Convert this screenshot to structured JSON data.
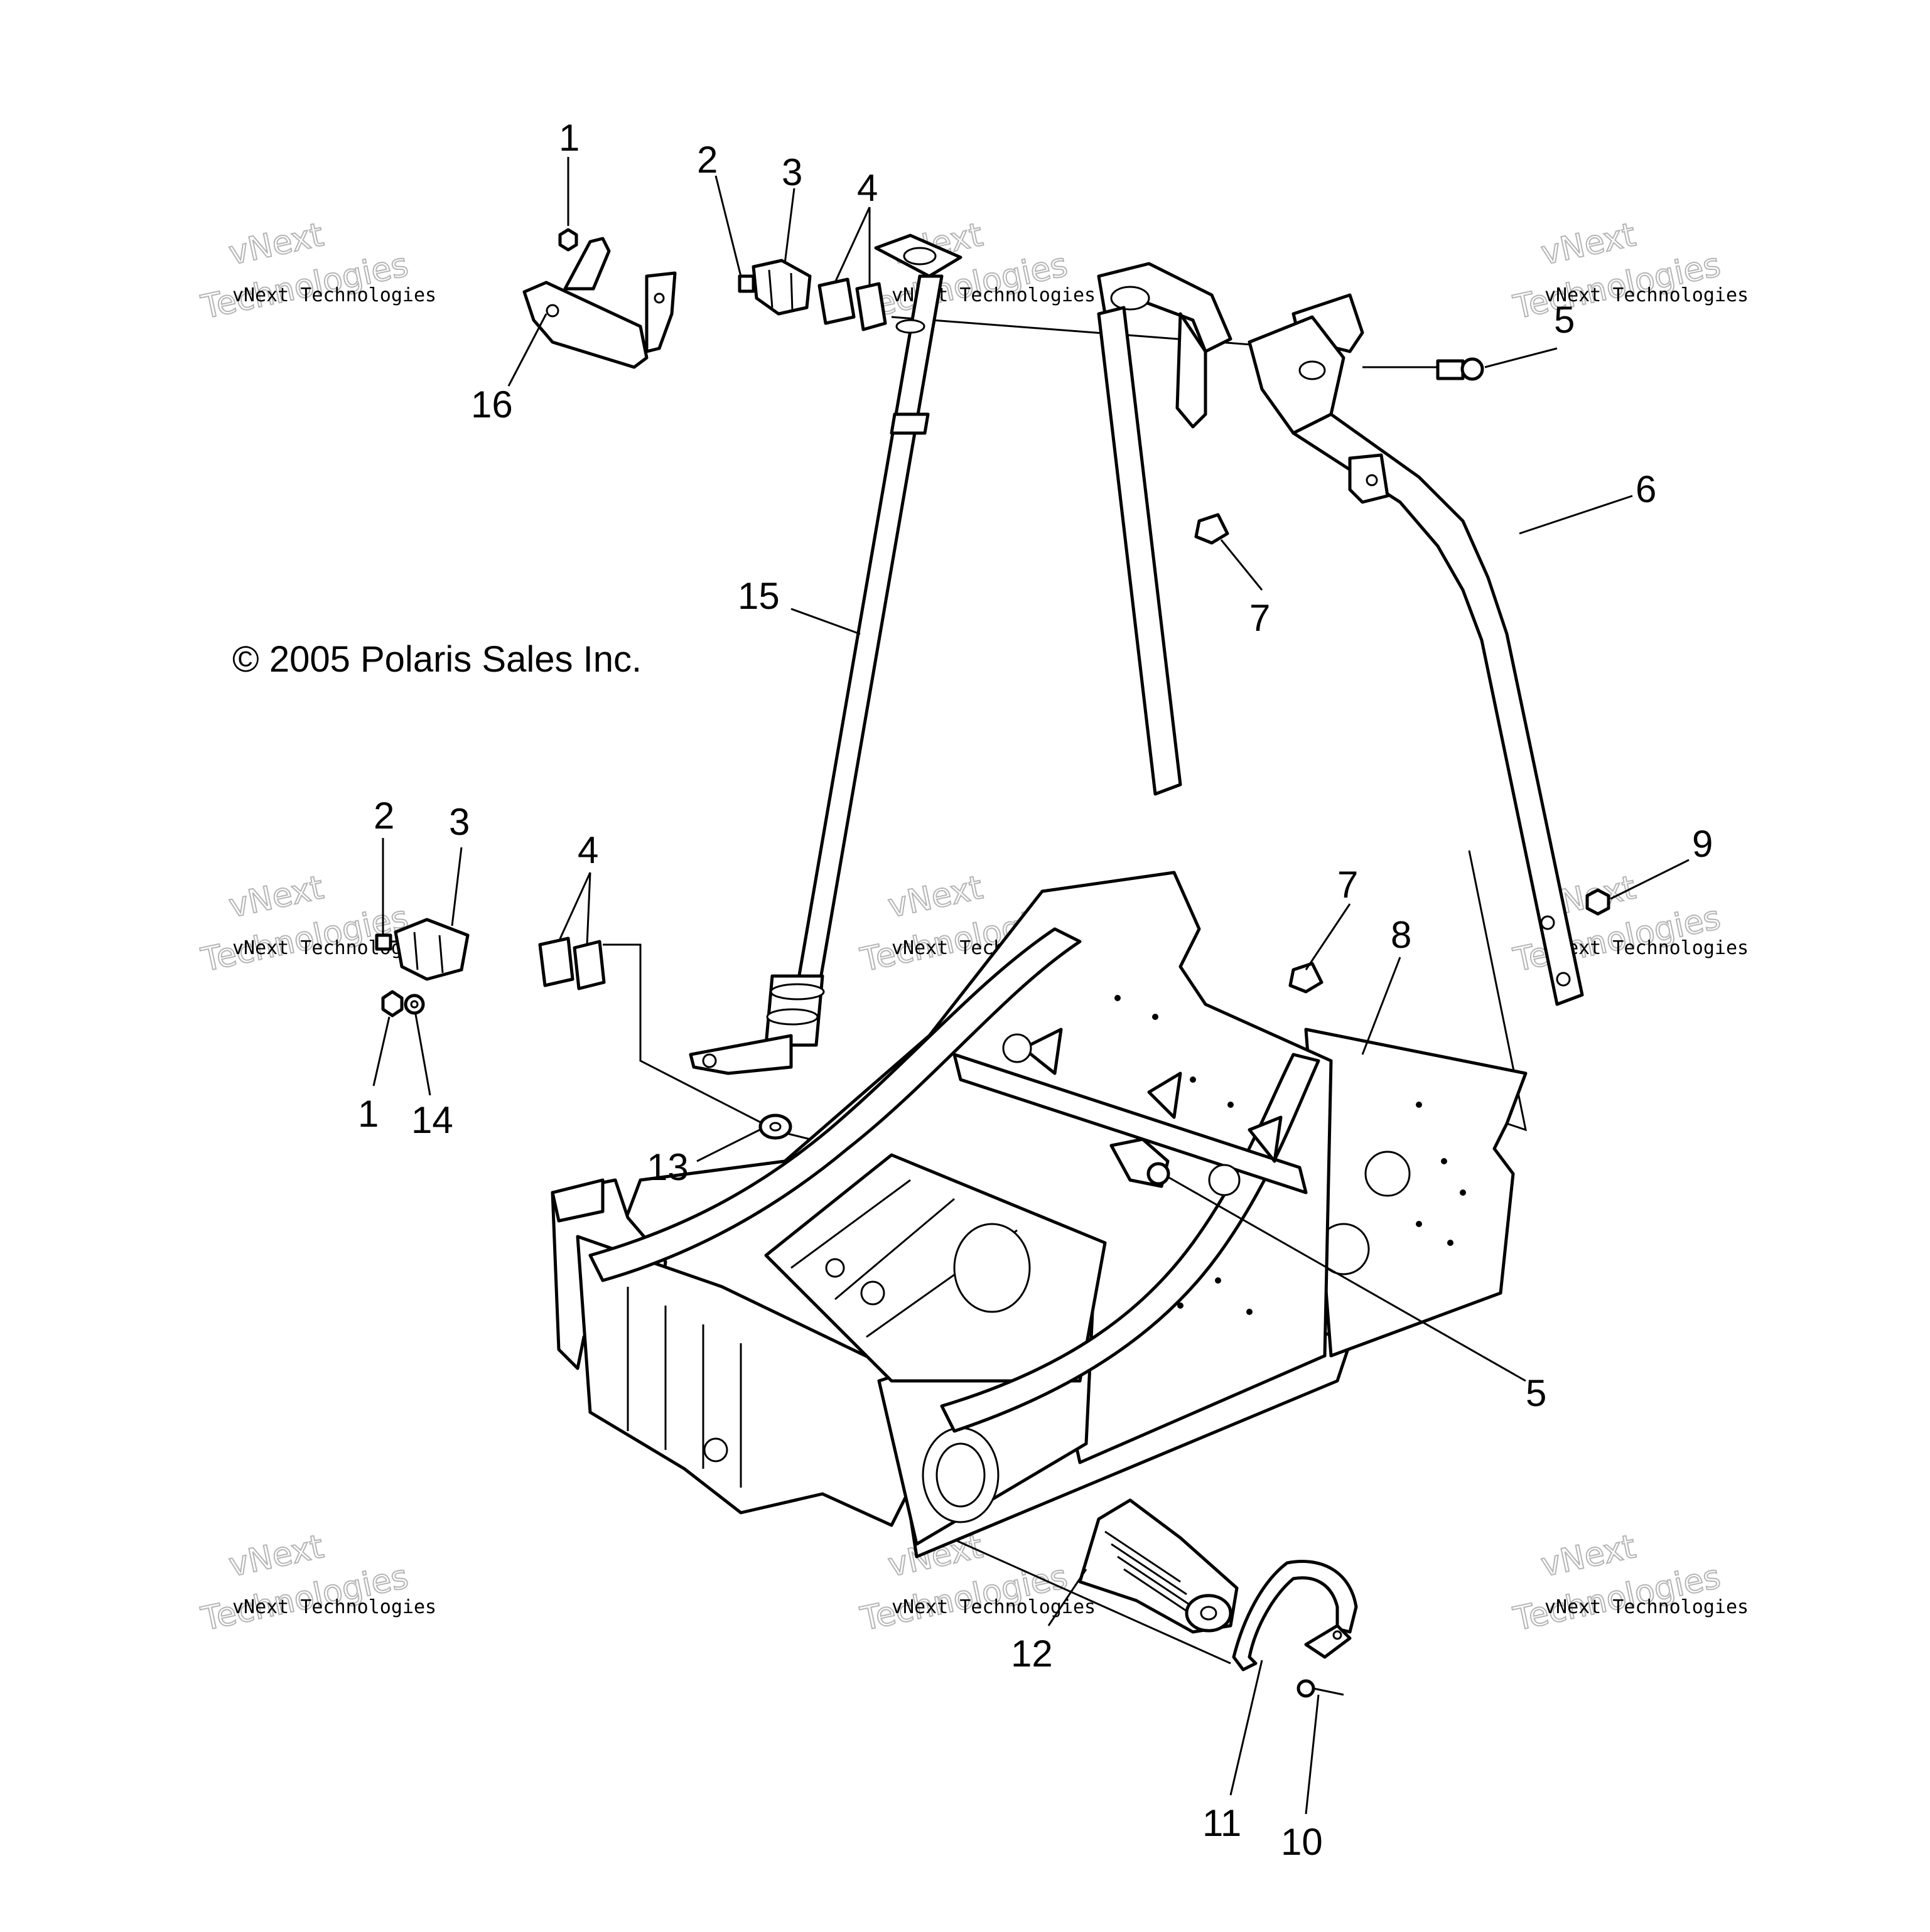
{
  "copyright": "© 2005 Polaris Sales Inc.",
  "watermark": {
    "line_small": "vNext Technologies",
    "line_big_1": "vNext",
    "line_big_2": "Technologies"
  },
  "callouts": {
    "c1_top": "1",
    "c2_top": "2",
    "c3_top": "3",
    "c4_top": "4",
    "c5_top": "5",
    "c6": "6",
    "c7_top": "7",
    "c15": "15",
    "c16": "16",
    "c2_mid": "2",
    "c3_mid": "3",
    "c4_mid": "4",
    "c1_mid": "1",
    "c14": "14",
    "c7_mid": "7",
    "c8": "8",
    "c9": "9",
    "c13": "13",
    "c5_bot": "5",
    "c12": "12",
    "c11": "11",
    "c10": "10"
  }
}
